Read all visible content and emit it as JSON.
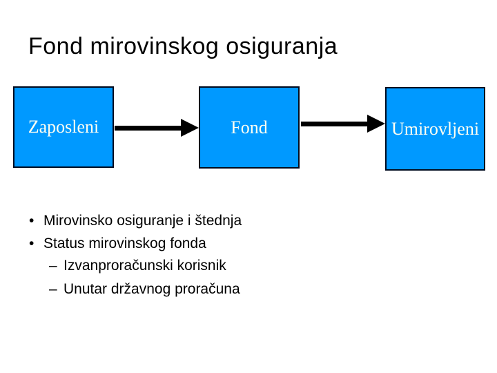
{
  "title": "Fond mirovinskog osiguranja",
  "diagram": {
    "boxes": [
      {
        "label": "Zaposleni"
      },
      {
        "label": "Fond"
      },
      {
        "label": "Umirovljeni"
      }
    ]
  },
  "bullets": {
    "level1_marker": "•",
    "level2_marker": "–",
    "items": [
      {
        "level": 1,
        "text": "Mirovinsko osiguranje i štednja"
      },
      {
        "level": 1,
        "text": "Status mirovinskog fonda"
      },
      {
        "level": 2,
        "text": "Izvanproračunski korisnik"
      },
      {
        "level": 2,
        "text": "Unutar državnog proračuna"
      }
    ]
  },
  "colors": {
    "background": "#ffffff",
    "title_text": "#000000",
    "body_text": "#000000",
    "box_fill": "#0099ff",
    "box_border": "#000a1e",
    "box_label": "#fffff2",
    "arrow": "#000000"
  }
}
